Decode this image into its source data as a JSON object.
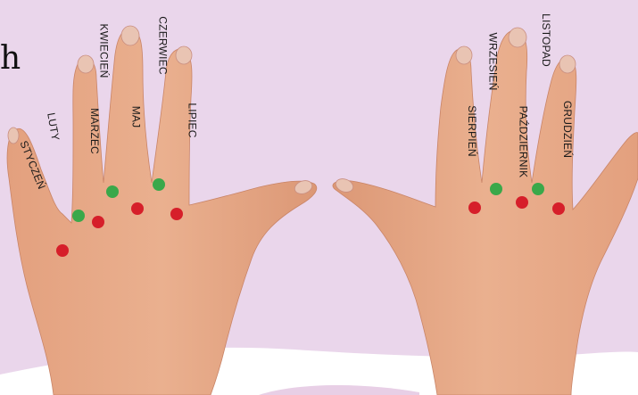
{
  "cut_off_text": "h",
  "colors": {
    "background": "#ead6eb",
    "skin": "#e7a886",
    "green_dot": "#3aa84a",
    "red_dot": "#d61f2a"
  },
  "left_hand": {
    "months": [
      "STYCZEŃ",
      "LUTY",
      "MARZEC",
      "KWIECIEŃ",
      "MAJ",
      "CZERWIEC",
      "LIPIEC"
    ]
  },
  "right_hand": {
    "months": [
      "SIERPIEŃ",
      "WRZESIEŃ",
      "PAŹDZIERNIK",
      "LISTOPAD",
      "GRUDZIEŃ"
    ]
  }
}
